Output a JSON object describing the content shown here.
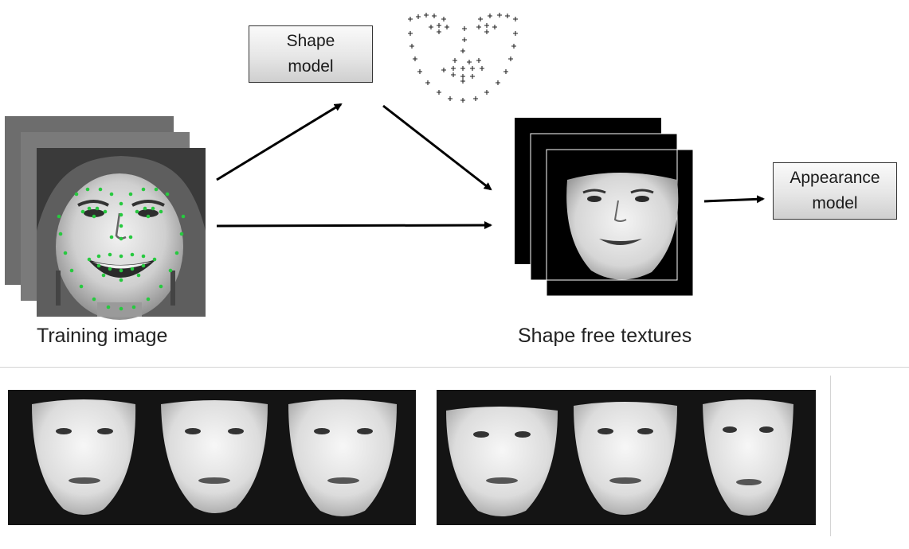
{
  "diagram": {
    "shape_model_label": "Shape\nmodel",
    "appearance_model_label": "Appearance\nmodel",
    "training_caption": "Training image",
    "textures_caption": "Shape free textures"
  },
  "colors": {
    "landmark": "#27c93f",
    "arrow": "#000000",
    "strip_background": "#141414"
  },
  "icons": {
    "training_stack": "grayscale-face-photo-stack",
    "texture_stack": "warped-face-texture-stack",
    "point_cloud": "landmark-point-cloud"
  }
}
